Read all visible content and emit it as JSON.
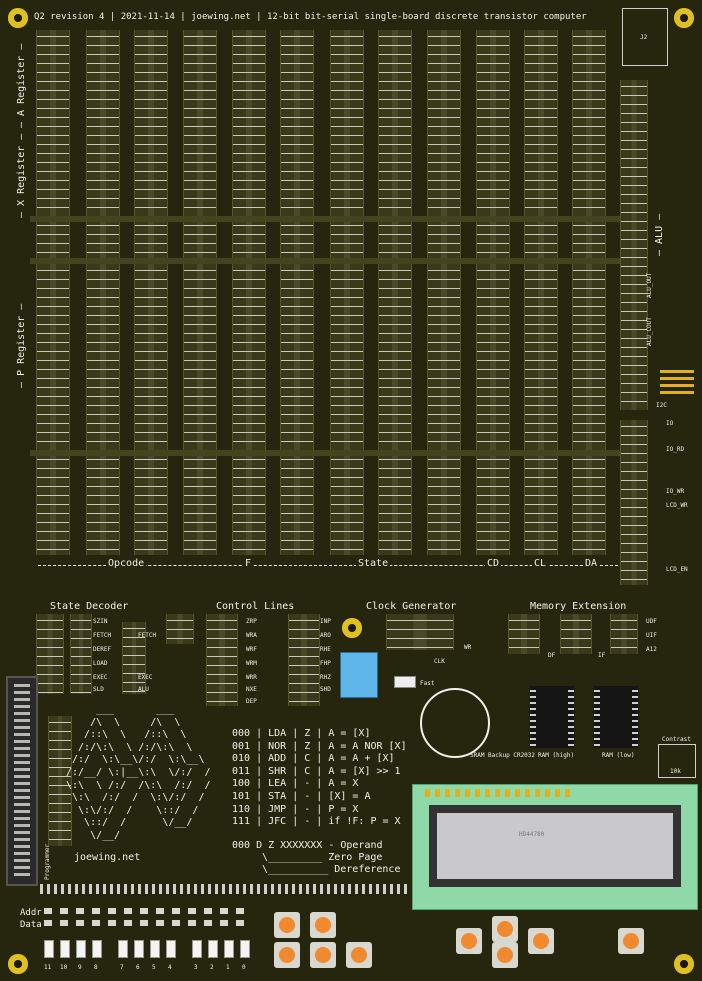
{
  "header": {
    "text": "Q2 revision 4 | 2021-11-14 | joewing.net | 12-bit bit-serial single-board discrete transistor computer"
  },
  "register_labels": {
    "a": "— A Register —",
    "x": "— X Register —",
    "p": "— P Register —",
    "alu": "— ALU —"
  },
  "bus_labels": {
    "opcode": "Opcode",
    "f": "F",
    "state": "State",
    "cd": "CD",
    "cl": "CL",
    "da": "DA"
  },
  "sections": {
    "state_decoder": "State Decoder",
    "control_lines": "Control Lines",
    "clock_generator": "Clock Generator",
    "memory_extension": "Memory Extension"
  },
  "state_decoder_signals": [
    "SZIN",
    "FETCH",
    "DEREF",
    "LOAD",
    "EXEC",
    "SLD"
  ],
  "state_decoder_right": [
    "FETCH",
    "EXEC",
    "ALU"
  ],
  "control_signals": [
    "ZRP",
    "WRA",
    "WRF",
    "WRM",
    "WRR",
    "NXE",
    "DEP"
  ],
  "control_signals_2": [
    "INP",
    "ARO",
    "RHE",
    "FHP",
    "RHZ",
    "SHD"
  ],
  "clock_labels": [
    "CLK",
    "Fast",
    "WR"
  ],
  "memory_labels": [
    "UDF",
    "UIF",
    "A12",
    "DF",
    "IF"
  ],
  "ram_labels": [
    "RAM (high)",
    "RAM (low)"
  ],
  "battery_label": "SRAM Backup CR2032",
  "contrast_label": "Contrast",
  "programmer_label": "Programmer",
  "alu_side_labels": [
    "ALU_OUT",
    "ALU_COUT"
  ],
  "i2c_label": "I2C",
  "io_labels": [
    "IO",
    "IO_RD",
    "IO_WR",
    "LCD_WR",
    "LCD_EN"
  ],
  "instruction_table": [
    "000 | LDA | Z | A = [X]",
    "001 | NOR | Z | A = A NOR [X]",
    "010 | ADD | C | A = A + [X]",
    "011 | SHR | C | A = [X] >> 1",
    "100 | LEA | - | A = X",
    "101 | STA | - | [X] = A",
    "110 | JMP | - | P = X",
    "111 | JFC | - | if !F: P = X"
  ],
  "format_lines": [
    "000 D Z XXXXXXX - Operand",
    "\\_________ Zero Page",
    "\\__________ Dereference"
  ],
  "ascii_logo": [
    "     ___       ___",
    "    /\\  \\     /\\  \\",
    "   /::\\  \\   /::\\  \\",
    "  /:/\\:\\  \\ /:/\\:\\  \\",
    " /:/  \\:\\__\\/:/  \\:\\__\\",
    "/:/__/ \\:|__\\:\\  \\/:/  /",
    "\\:\\  \\ /:/  /\\:\\  /:/  /",
    " \\:\\  /:/  /  \\:\\/:/  /",
    "  \\:\\/:/  /    \\::/  /",
    "   \\::/  /      \\/__/",
    "    \\/__/"
  ],
  "site_label": "joewing.net",
  "addr_label": "Addr",
  "data_label": "Data",
  "switch_numbers": [
    "11",
    "10",
    "9",
    "8",
    "7",
    "6",
    "5",
    "4",
    "3",
    "2",
    "1",
    "0"
  ],
  "lcd_chip_label": "HD44780",
  "connector_label": "J2",
  "contrast_value": "10k"
}
